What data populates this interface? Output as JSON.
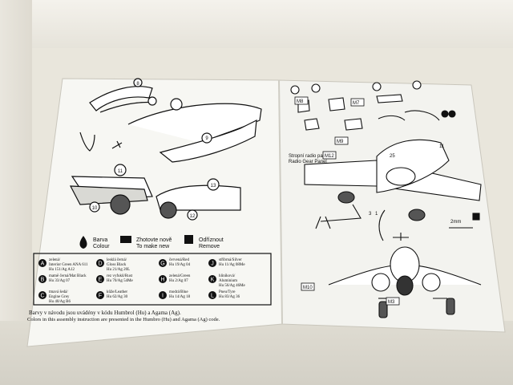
{
  "legend": {
    "colour_label_cz": "Barva",
    "colour_label_en": "Colour",
    "make_new_cz": "Zhotovte nově",
    "make_new_en": "To make new",
    "remove_cz": "Odříznout",
    "remove_en": "Remove"
  },
  "colours": [
    {
      "letter": "A",
      "cz": "zelená/",
      "en": "Interior Green ANA 611",
      "code": "Hu 151/Ag A12"
    },
    {
      "letter": "B",
      "cz": "matně černá/Mat Black",
      "en": "",
      "code": "Hu 33/Ag 07"
    },
    {
      "letter": "C",
      "cz": "tmavá šedá/",
      "en": "Engine Grey",
      "code": "Hu 40/Ag B6"
    },
    {
      "letter": "D",
      "cz": "lesklá černá/",
      "en": "Gloss Black",
      "code": "Hu 21/Ag 20L"
    },
    {
      "letter": "E",
      "cz": "rez vyfuků/Rust",
      "en": "",
      "code": "Hu 70/Ag 54Me"
    },
    {
      "letter": "F",
      "cz": "kůže/Leather",
      "en": "",
      "code": "Hu 62/Ag 30"
    },
    {
      "letter": "G",
      "cz": "červená/Red",
      "en": "",
      "code": "Hu 19/Ag 04"
    },
    {
      "letter": "H",
      "cz": "zelená/Green",
      "en": "",
      "code": "Hu 2/Ag 07"
    },
    {
      "letter": "I",
      "cz": "modrá/Blue",
      "en": "",
      "code": "Hu 14/Ag 18"
    },
    {
      "letter": "J",
      "cz": "stříbrná/Silver",
      "en": "",
      "code": "Hu 11/Ag 08Me"
    },
    {
      "letter": "K",
      "cz": "hliníková/",
      "en": "Aluminium",
      "code": "Hu 56/Ag 46Me"
    },
    {
      "letter": "L",
      "cz": "Pneu/Tyre",
      "en": "",
      "code": "Hu 83/Ag 36"
    }
  ],
  "footnote_cz": "Barvy v návodu jsou uvádény v kódu Humbrol (Hu) a Agama (Ag).",
  "footnote_en": "Colors in this assembly instruction are presented in the Humbro (Hu) and Agama (Ag) code.",
  "right_page": {
    "radio_panel_cz": "Stropní radio panel",
    "radio_panel_en": "Radio Gear Panel",
    "labels": [
      "M8",
      "M7",
      "M9",
      "M12",
      "M10",
      "M3",
      "1",
      "3",
      "25",
      "11",
      "2mm"
    ],
    "step_numbers_left": [
      "8",
      "9",
      "10",
      "11",
      "12",
      "13"
    ]
  },
  "colors": {
    "paper": "#f6f6f2",
    "ink": "#111111",
    "shelf": "#d6d3c9"
  }
}
